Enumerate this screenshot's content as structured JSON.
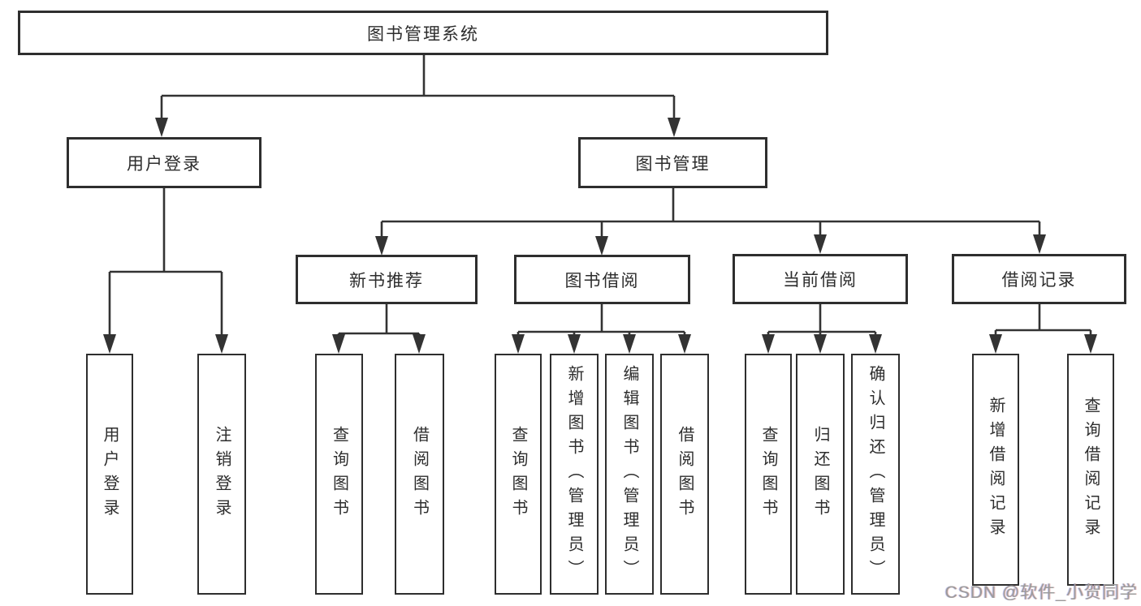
{
  "diagram": {
    "root": {
      "label": "图书管理系统"
    },
    "level2": [
      {
        "label": "用户登录"
      },
      {
        "label": "图书管理"
      }
    ],
    "level3": [
      {
        "label": "新书推荐"
      },
      {
        "label": "图书借阅"
      },
      {
        "label": "当前借阅"
      },
      {
        "label": "借阅记录"
      }
    ],
    "level4": [
      {
        "label": "用户登录"
      },
      {
        "label": "注销登录"
      },
      {
        "label": "查询图书"
      },
      {
        "label": "借阅图书"
      },
      {
        "label": "查询图书"
      },
      {
        "label": "新增图书（管理员）"
      },
      {
        "label": "编辑图书（管理员）"
      },
      {
        "label": "借阅图书"
      },
      {
        "label": "查询图书"
      },
      {
        "label": "归还图书"
      },
      {
        "label": "确认归还（管理员）"
      },
      {
        "label": "新增借阅记录"
      },
      {
        "label": "查询借阅记录"
      }
    ]
  },
  "watermark": {
    "text": "CSDN @软件_小贺同学"
  },
  "colors": {
    "line": "#333333",
    "box_border": "#2e2e2e",
    "text": "#2d2d2d",
    "watermark": "#9b9b9b",
    "background": "#ffffff"
  }
}
